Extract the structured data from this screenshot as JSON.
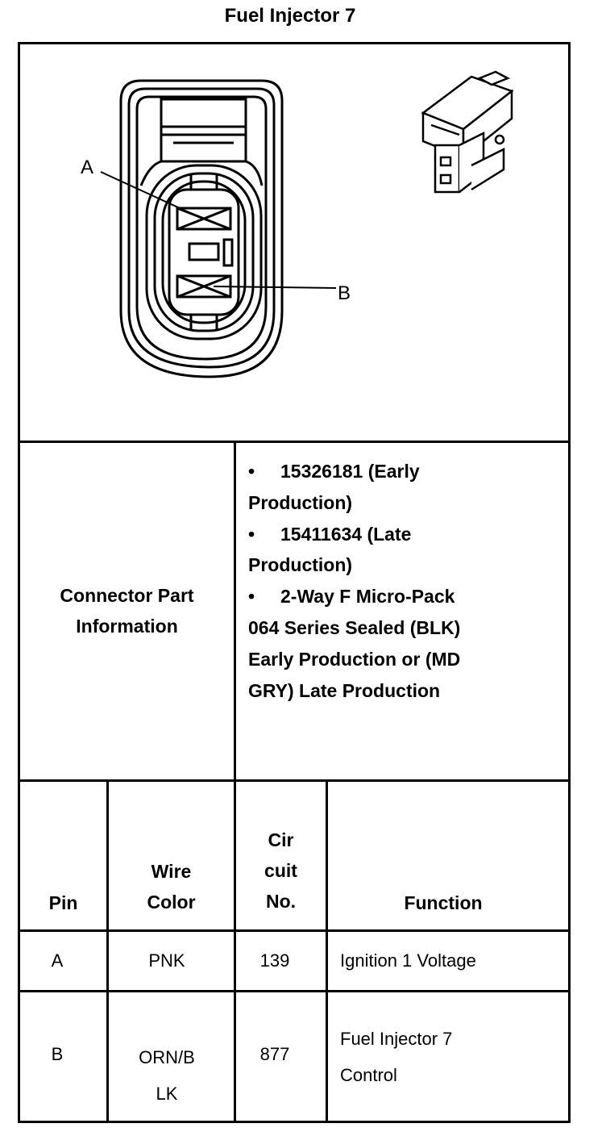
{
  "title": "Fuel Injector 7",
  "diagram": {
    "label_a": "A",
    "label_b": "B"
  },
  "connector_info": {
    "label_line1": "Connector Part",
    "label_line2": "Information",
    "bullet": "•",
    "items": [
      {
        "line1": "15326181 (Early",
        "line2": "Production)"
      },
      {
        "line1": "15411634 (Late",
        "line2": "Production)"
      },
      {
        "line1": "2-Way F Micro-Pack",
        "line2": "064 Series Sealed (BLK)",
        "line3": "Early Production or (MD",
        "line4": "GRY) Late Production"
      }
    ]
  },
  "table": {
    "headers": {
      "pin": "Pin",
      "wire_line1": "Wire",
      "wire_line2": "Color",
      "cir_line1": "Cir",
      "cir_line2": "cuit",
      "cir_line3": "No.",
      "function": "Function"
    },
    "rows": [
      {
        "pin": "A",
        "wire_line1": "PNK",
        "wire_line2": "",
        "circuit": "139",
        "function_line1": "Ignition 1 Voltage",
        "function_line2": ""
      },
      {
        "pin": "B",
        "wire_line1": "ORN/B",
        "wire_line2": "LK",
        "circuit": "877",
        "function_line1": "Fuel Injector 7",
        "function_line2": "Control"
      }
    ]
  }
}
